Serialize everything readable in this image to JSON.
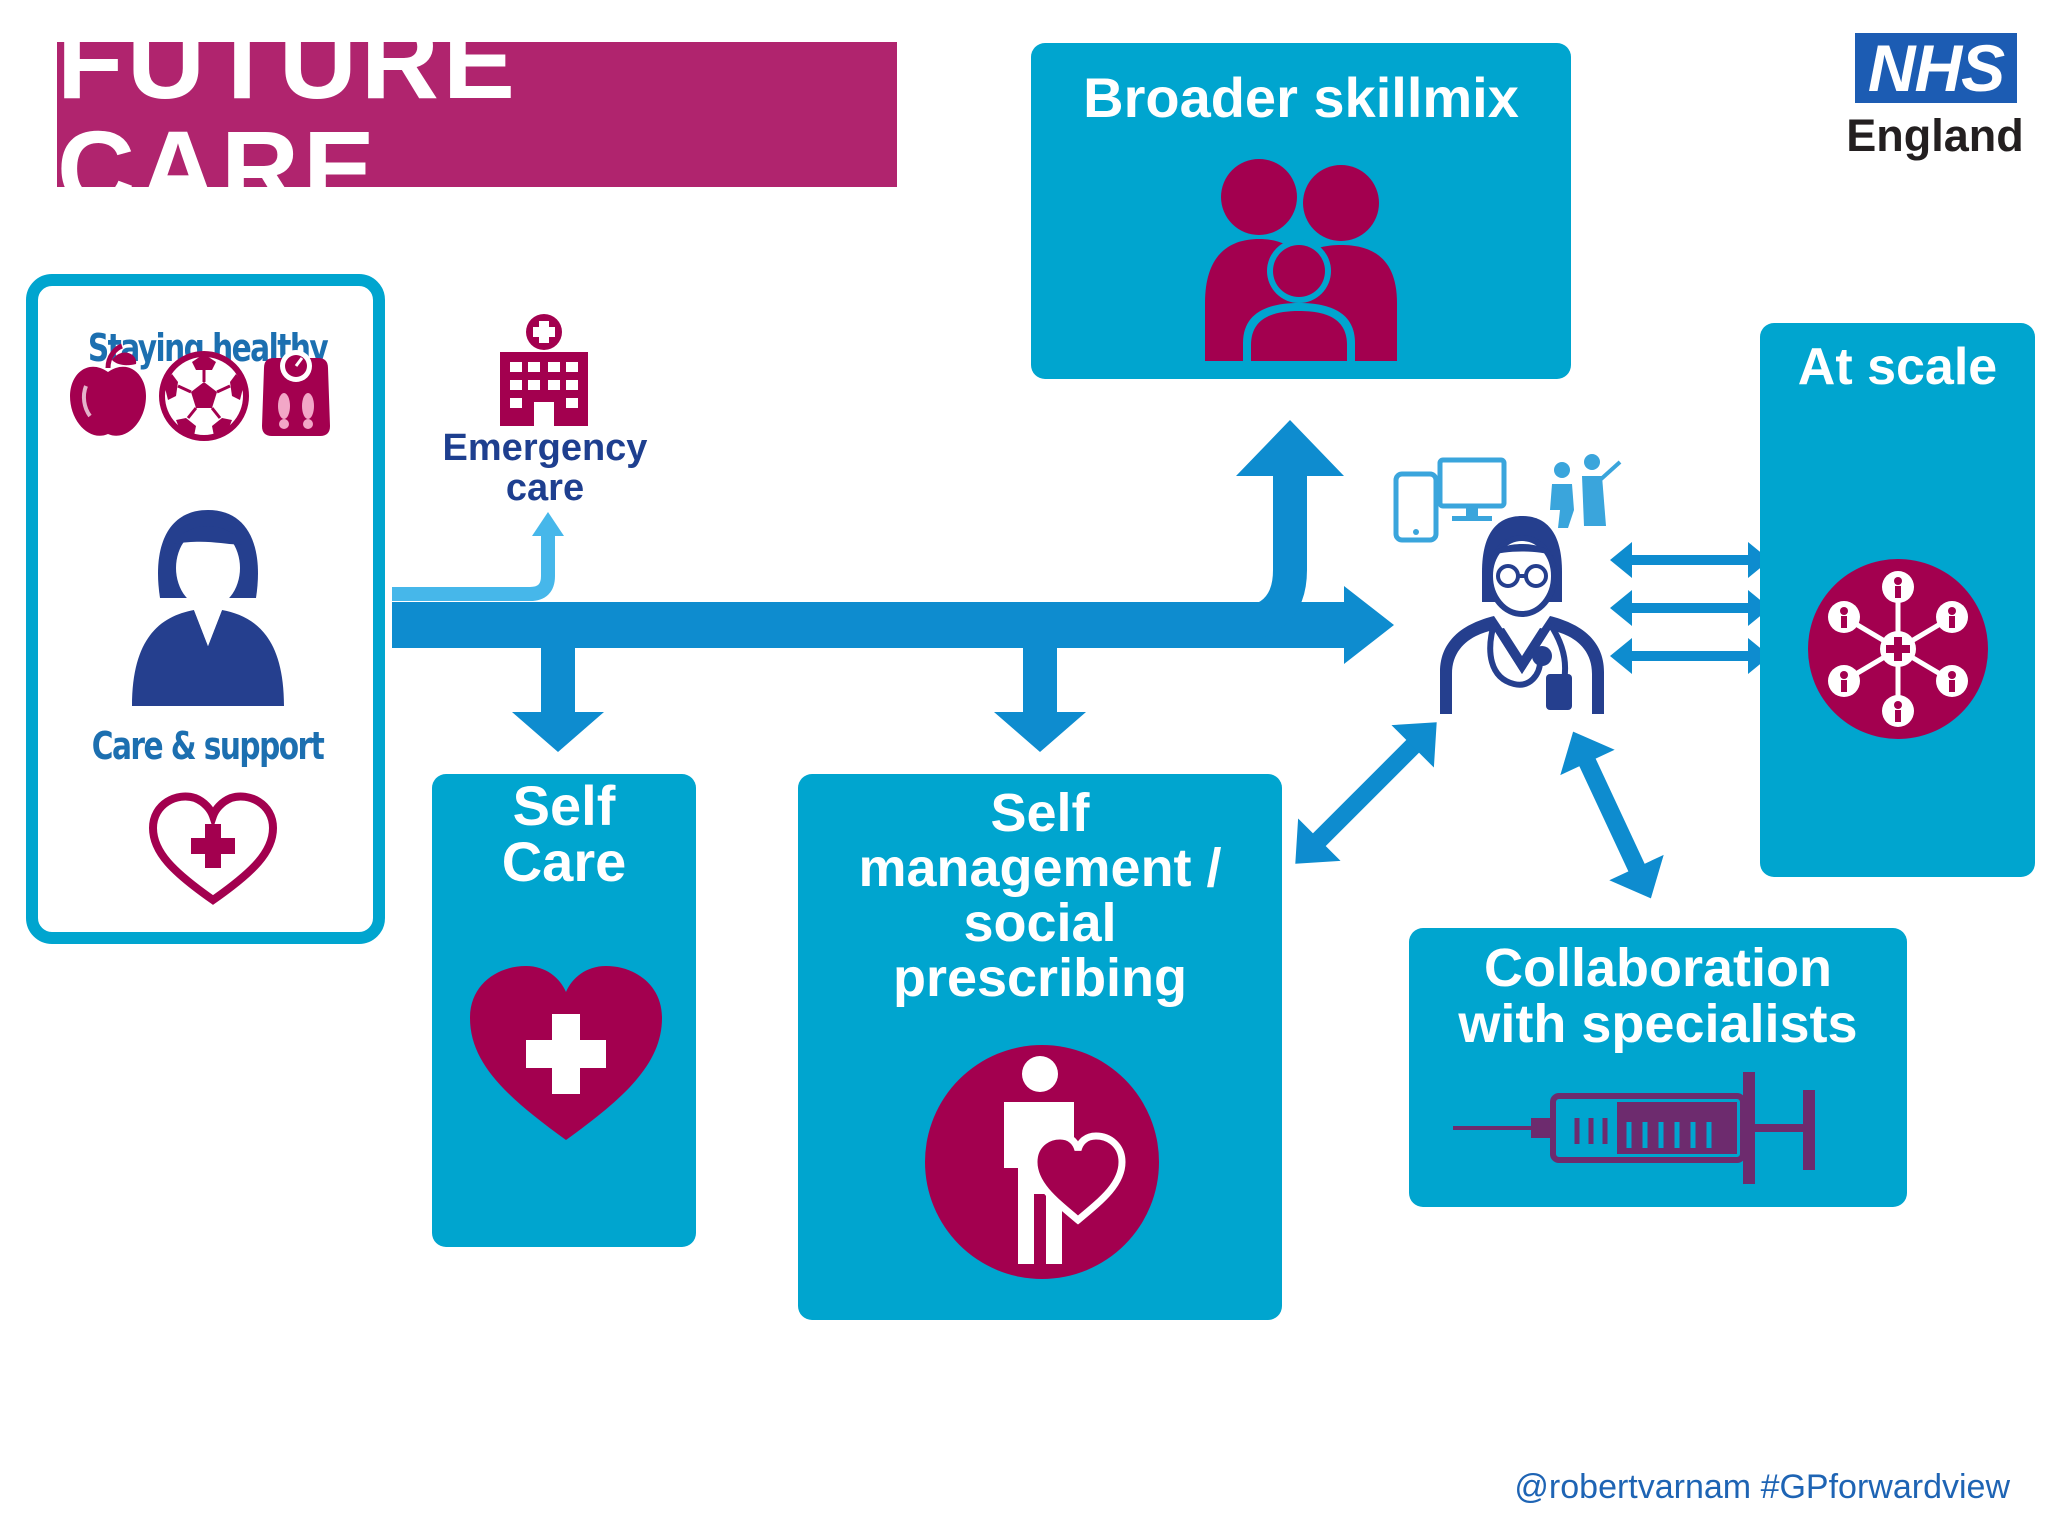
{
  "title": "FUTURE CARE",
  "nhs_logo": {
    "mark": "NHS",
    "name": "England"
  },
  "left_panel": {
    "staying_healthy": "Staying healthy",
    "care_support": "Care & support",
    "icons": [
      "apple-icon",
      "football-icon",
      "scales-icon",
      "woman-icon",
      "heart-cross-icon"
    ]
  },
  "emergency_care": {
    "line1": "Emergency",
    "line2": "care"
  },
  "tiles": {
    "broader_skillmix": "Broader skillmix",
    "at_scale": "At scale",
    "self_care": {
      "line1": "Self",
      "line2": "Care"
    },
    "self_management": {
      "line1": "Self",
      "line2": "management /",
      "line3": "social",
      "line4": "prescribing"
    },
    "collaboration": {
      "line1": "Collaboration",
      "line2": "with specialists"
    }
  },
  "credit": "@robertvarnam  #GPforwardview",
  "colors": {
    "magenta": "#a3004f",
    "title_magenta": "#b0246e",
    "teal": "#00a5cf",
    "arrow_blue": "#0e8ccf",
    "navy": "#253f8e",
    "nhs_blue": "#1c5cb3"
  }
}
